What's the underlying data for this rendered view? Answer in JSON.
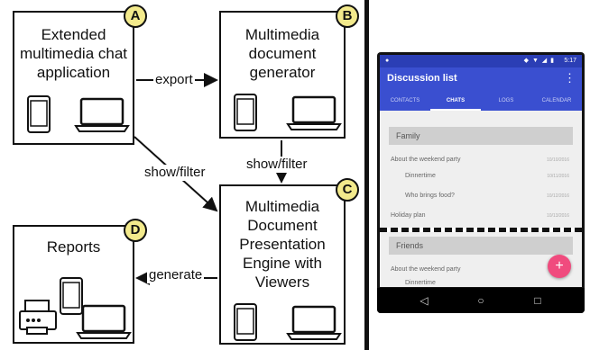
{
  "diagram": {
    "boxes": {
      "a": {
        "badge": "A",
        "title": "Extended\nmultimedia chat\napplication"
      },
      "b": {
        "badge": "B",
        "title": "Multimedia\ndocument\ngenerator"
      },
      "c": {
        "badge": "C",
        "title": "Multimedia\nDocument\nPresentation\nEngine with\nViewers"
      },
      "d": {
        "badge": "D",
        "title": "Reports"
      }
    },
    "edges": {
      "export": "export",
      "show_filter_a_c": "show/filter",
      "show_filter_b_c": "show/filter",
      "generate": "generate"
    }
  },
  "phone": {
    "status_time": "5:17",
    "app_title": "Discussion list",
    "tabs": [
      "CONTACTS",
      "CHATS",
      "LOGS",
      "CALENDAR"
    ],
    "active_tab": "CHATS",
    "sections": [
      {
        "title": "Family",
        "rows": [
          {
            "text": "About the weekend party",
            "meta": "10/10/2016",
            "indent": false
          },
          {
            "text": "Dinnertime",
            "meta": "10/11/2016",
            "indent": true
          },
          {
            "text": "Who brings food?",
            "meta": "10/12/2016",
            "indent": true
          },
          {
            "text": "Holiday plan",
            "meta": "10/13/2016",
            "indent": false
          }
        ]
      },
      {
        "title": "Friends",
        "rows": [
          {
            "text": "About the weekend party",
            "meta": "",
            "indent": false
          },
          {
            "text": "Dinnertime",
            "meta": "",
            "indent": true
          }
        ]
      }
    ],
    "fab_symbol": "+",
    "nav_icons": [
      "back-icon",
      "home-icon",
      "recents-icon"
    ]
  }
}
